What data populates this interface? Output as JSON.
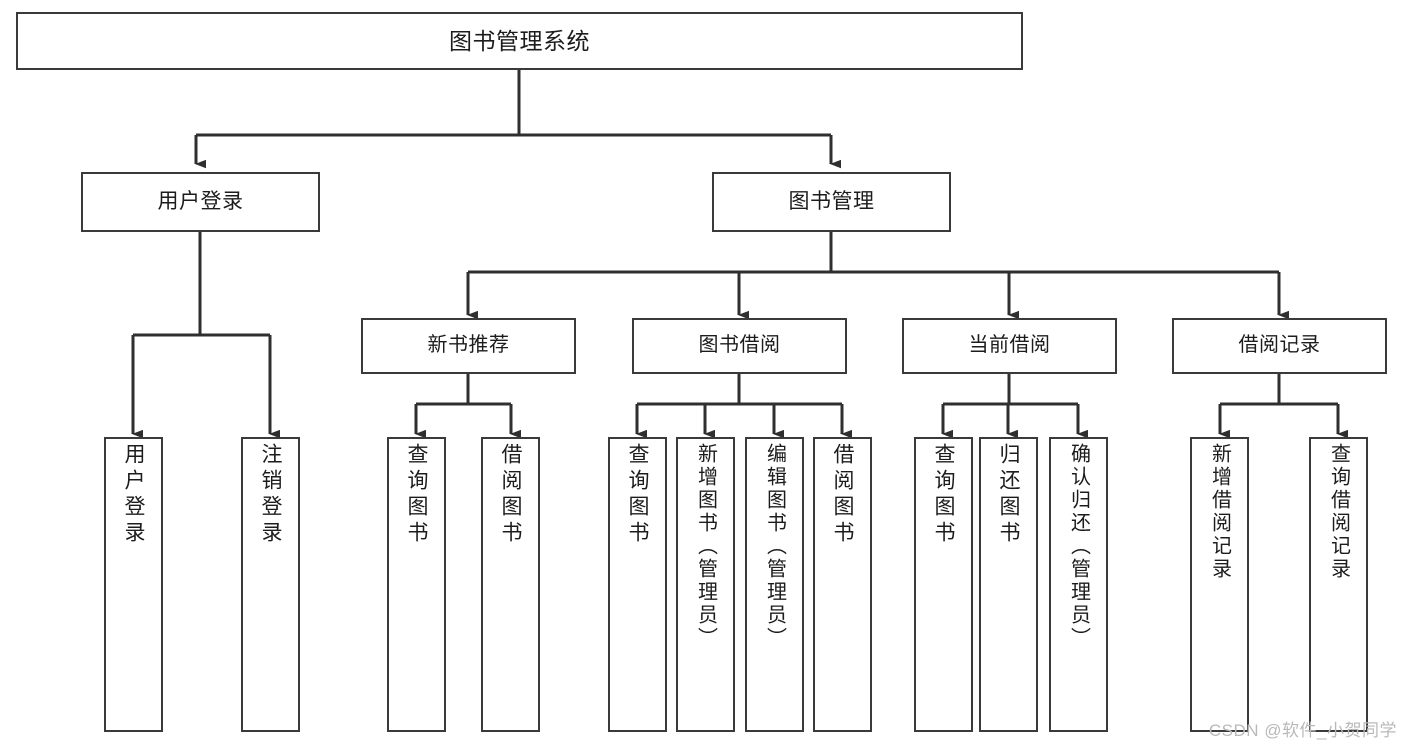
{
  "diagram": {
    "title": "图书管理系统",
    "type": "hierarchy-tree",
    "orientation": "top-down",
    "watermark": "CSDN @软件_小贺同学",
    "colors": {
      "background": "#ffffff",
      "node_fill": "#ffffff",
      "node_border": "#3a3a3a",
      "edge": "#2f2f2f",
      "text": "#1c1c1c",
      "watermark": "#b9b9b9"
    },
    "nodes": {
      "root": {
        "label": "图书管理系统",
        "level": 0
      },
      "level1": [
        {
          "id": "user-login",
          "label": "用户登录"
        },
        {
          "id": "book-manage",
          "label": "图书管理"
        }
      ],
      "level2": [
        {
          "id": "new-book-recommend",
          "label": "新书推荐",
          "parent": "book-manage"
        },
        {
          "id": "book-borrow",
          "label": "图书借阅",
          "parent": "book-manage"
        },
        {
          "id": "current-borrow",
          "label": "当前借阅",
          "parent": "book-manage"
        },
        {
          "id": "borrow-record",
          "label": "借阅记录",
          "parent": "book-manage"
        }
      ],
      "leaves": [
        {
          "id": "leaf-user-login",
          "label": "用户登录",
          "parent": "user-login"
        },
        {
          "id": "leaf-user-logout",
          "label": "注销登录",
          "parent": "user-login"
        },
        {
          "id": "leaf-query-book-1",
          "label": "查询图书",
          "parent": "new-book-recommend"
        },
        {
          "id": "leaf-borrow-book-1",
          "label": "借阅图书",
          "parent": "new-book-recommend"
        },
        {
          "id": "leaf-query-book-2",
          "label": "查询图书",
          "parent": "book-borrow"
        },
        {
          "id": "leaf-add-book",
          "label": "新增图书（管理员）",
          "parent": "book-borrow"
        },
        {
          "id": "leaf-edit-book",
          "label": "编辑图书（管理员）",
          "parent": "book-borrow"
        },
        {
          "id": "leaf-borrow-book-2",
          "label": "借阅图书",
          "parent": "book-borrow"
        },
        {
          "id": "leaf-query-book-3",
          "label": "查询图书",
          "parent": "current-borrow"
        },
        {
          "id": "leaf-return-book",
          "label": "归还图书",
          "parent": "current-borrow"
        },
        {
          "id": "leaf-confirm-return",
          "label": "确认归还（管理员）",
          "parent": "current-borrow"
        },
        {
          "id": "leaf-add-record",
          "label": "新增借阅记录",
          "parent": "borrow-record"
        },
        {
          "id": "leaf-query-record",
          "label": "查询借阅记录",
          "parent": "borrow-record"
        }
      ]
    }
  }
}
